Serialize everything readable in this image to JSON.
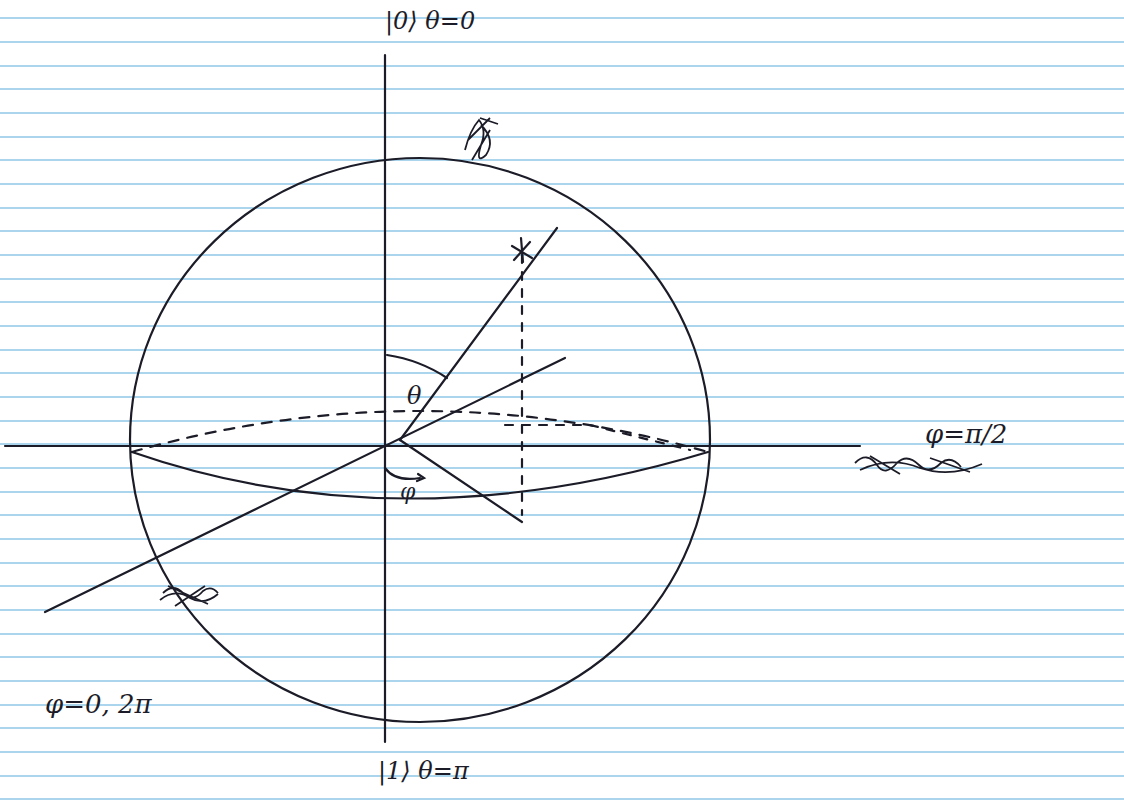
{
  "diagram": {
    "labels": [
      "|0⟩ θ=0",
      "θ",
      "φ",
      "φ=π/2",
      "φ=0, 2π",
      "|1⟩ θ=π"
    ]
  }
}
